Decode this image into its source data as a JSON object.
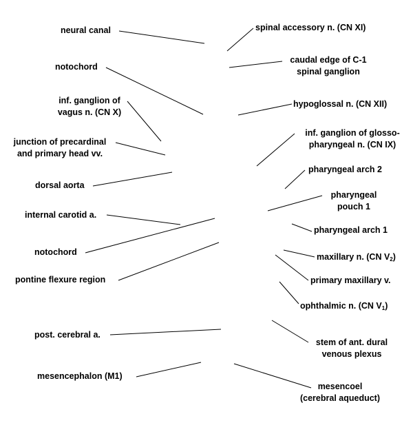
{
  "labels_left": [
    {
      "id": "neural-canal",
      "lines": [
        "neural canal"
      ]
    },
    {
      "id": "notochord-upper",
      "lines": [
        "notochord"
      ]
    },
    {
      "id": "inf-ganglion-vagus",
      "lines": [
        "inf. ganglion of",
        "vagus n. (CN X)"
      ]
    },
    {
      "id": "junction-precardinal",
      "lines": [
        "junction of precardinal",
        "and primary head vv."
      ]
    },
    {
      "id": "dorsal-aorta",
      "lines": [
        "dorsal aorta"
      ]
    },
    {
      "id": "internal-carotid",
      "lines": [
        "internal carotid a."
      ]
    },
    {
      "id": "notochord-lower",
      "lines": [
        "notochord"
      ]
    },
    {
      "id": "pontine-flexure",
      "lines": [
        "pontine flexure region"
      ]
    },
    {
      "id": "post-cerebral",
      "lines": [
        "post. cerebral a."
      ]
    },
    {
      "id": "mesencephalon",
      "lines": [
        "mesencephalon (M1)"
      ]
    }
  ],
  "labels_right": [
    {
      "id": "spinal-accessory",
      "lines": [
        "spinal accessory n. (CN XI)"
      ]
    },
    {
      "id": "caudal-edge",
      "lines": [
        "caudal edge of C-1",
        "spinal ganglion"
      ]
    },
    {
      "id": "hypoglossal",
      "lines": [
        "hypoglossal n. (CN XII)"
      ]
    },
    {
      "id": "inf-ganglion-glosso",
      "lines": [
        "inf. ganglion of glosso-",
        "pharyngeal n. (CN IX)"
      ]
    },
    {
      "id": "pharyngeal-arch-2",
      "lines": [
        "pharyngeal arch 2"
      ]
    },
    {
      "id": "pharyngeal-pouch-1",
      "lines": [
        "pharyngeal",
        "pouch 1"
      ]
    },
    {
      "id": "pharyngeal-arch-1",
      "lines": [
        "pharyngeal arch 1"
      ]
    },
    {
      "id": "maxillary-n",
      "text": "maxillary n. (CN V",
      "sub": "2",
      "suffix": ")"
    },
    {
      "id": "primary-maxillary",
      "lines": [
        "primary maxillary v."
      ]
    },
    {
      "id": "ophthalmic-n",
      "text": "ophthalmic n. (CN V",
      "sub": "1",
      "suffix": ")"
    },
    {
      "id": "stem-dural",
      "lines": [
        "stem of ant. dural",
        "venous plexus"
      ]
    },
    {
      "id": "mesencoel",
      "lines": [
        "mesencoel",
        "(cerebral aqueduct)"
      ]
    }
  ]
}
